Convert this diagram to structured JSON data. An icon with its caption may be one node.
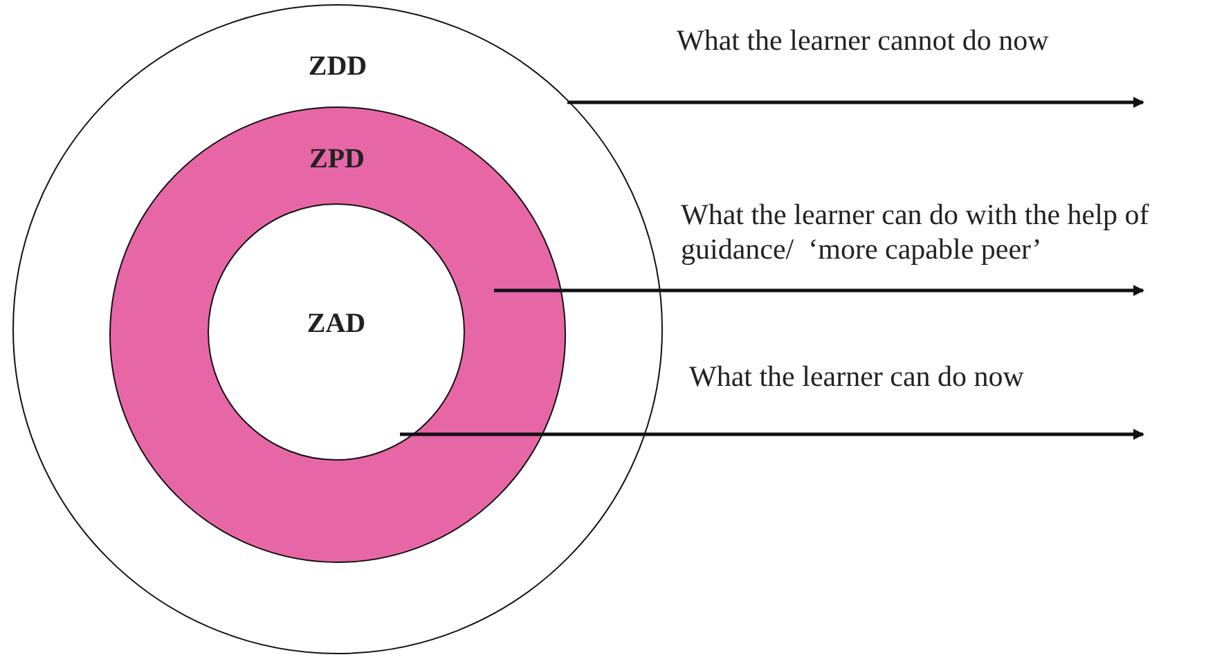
{
  "diagram": {
    "nodes": [
      {
        "text": [
          "ZDD"
        ]
      },
      {
        "text": [
          "ZPD"
        ],
        "in": 0
      },
      {
        "text": [
          "ZAD"
        ],
        "in": 1
      }
    ],
    "edges": [
      {
        "from": 0,
        "to": null,
        "arrow": "to"
      },
      {
        "from": 1,
        "to": null,
        "arrow": "to"
      },
      {
        "from": 2,
        "to": null,
        "arrow": "to"
      }
    ],
    "labels": [
      "What the learner cannot do now",
      "What the learner can do with the help of guidance/  ‘more capable peer’",
      "What the learner can do now"
    ]
  }
}
